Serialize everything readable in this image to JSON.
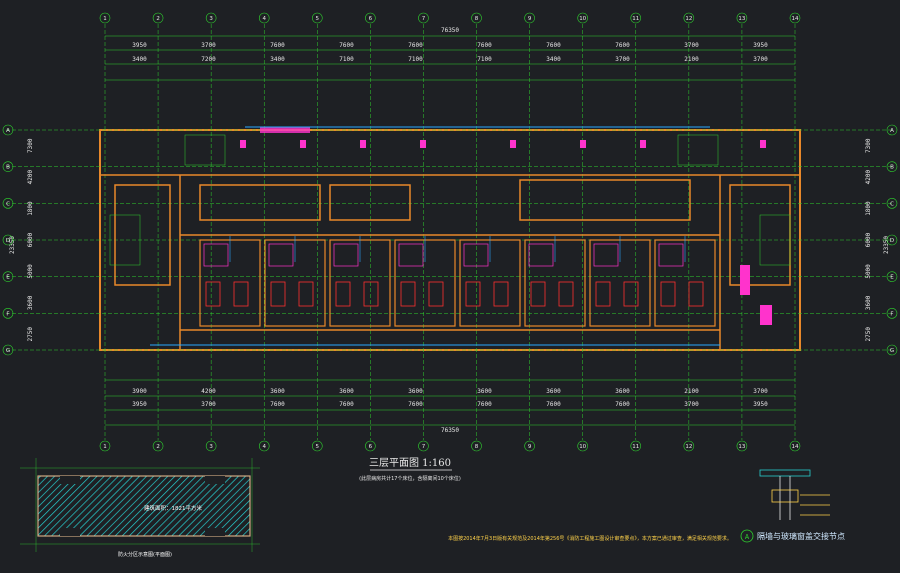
{
  "plan": {
    "title": "三层平面图  1:160",
    "subtitle": "(此层病房共计17个床位，含隔离间10个床位)",
    "note": "本图按2014年7月3日版有关规范及2014年第256号《消防工程施工图设计审查要点》，本方案已通过审查，满足相关规范要求。"
  },
  "top_dimensions": {
    "overall": "76350",
    "row1": [
      "3950",
      "3700",
      "7600",
      "7600",
      "7600",
      "7600",
      "7600",
      "7600",
      "3700",
      "3950"
    ],
    "row2": [
      "3400",
      "7200",
      "3400",
      "7100",
      "7100",
      "7100",
      "3400",
      "3700",
      "2100",
      "3700"
    ]
  },
  "bottom_dimensions": {
    "overall": "76350",
    "row1": [
      "3950",
      "3700",
      "7600",
      "7600",
      "7600",
      "7600",
      "7600",
      "7600",
      "3700",
      "3950"
    ],
    "row2": [
      "3900",
      "4200",
      "3600",
      "3600",
      "3600",
      "3600",
      "3600",
      "3600",
      "2100",
      "3700"
    ]
  },
  "left_dimensions": [
    "7300",
    "4200",
    "1800",
    "6000",
    "5000",
    "3600",
    "2750"
  ],
  "right_dimensions": [
    "7300",
    "4200",
    "1800",
    "6000",
    "5000",
    "3600",
    "2750"
  ],
  "overall_depth": "23350",
  "grid_axes": [
    "1",
    "2",
    "3",
    "4",
    "5",
    "6",
    "7",
    "8",
    "9",
    "10",
    "11",
    "12",
    "13",
    "14"
  ],
  "side_axes": [
    "A",
    "B",
    "C",
    "D",
    "E",
    "F",
    "G"
  ],
  "key_plan": {
    "caption": "防火分区示意图(平面图)",
    "area_label": "建筑面积：1821平方米"
  },
  "detail": {
    "marker": "A",
    "title": "隔墙与玻璃窗盖交接节点"
  },
  "colors": {
    "wall": "#e8882a",
    "grid": "#2fd22f",
    "dimension": "#e8e8e8",
    "accent_magenta": "#ff33cc",
    "door": "#ff3030",
    "blue": "#2aa8ff",
    "hatch": "#27d0d0"
  }
}
